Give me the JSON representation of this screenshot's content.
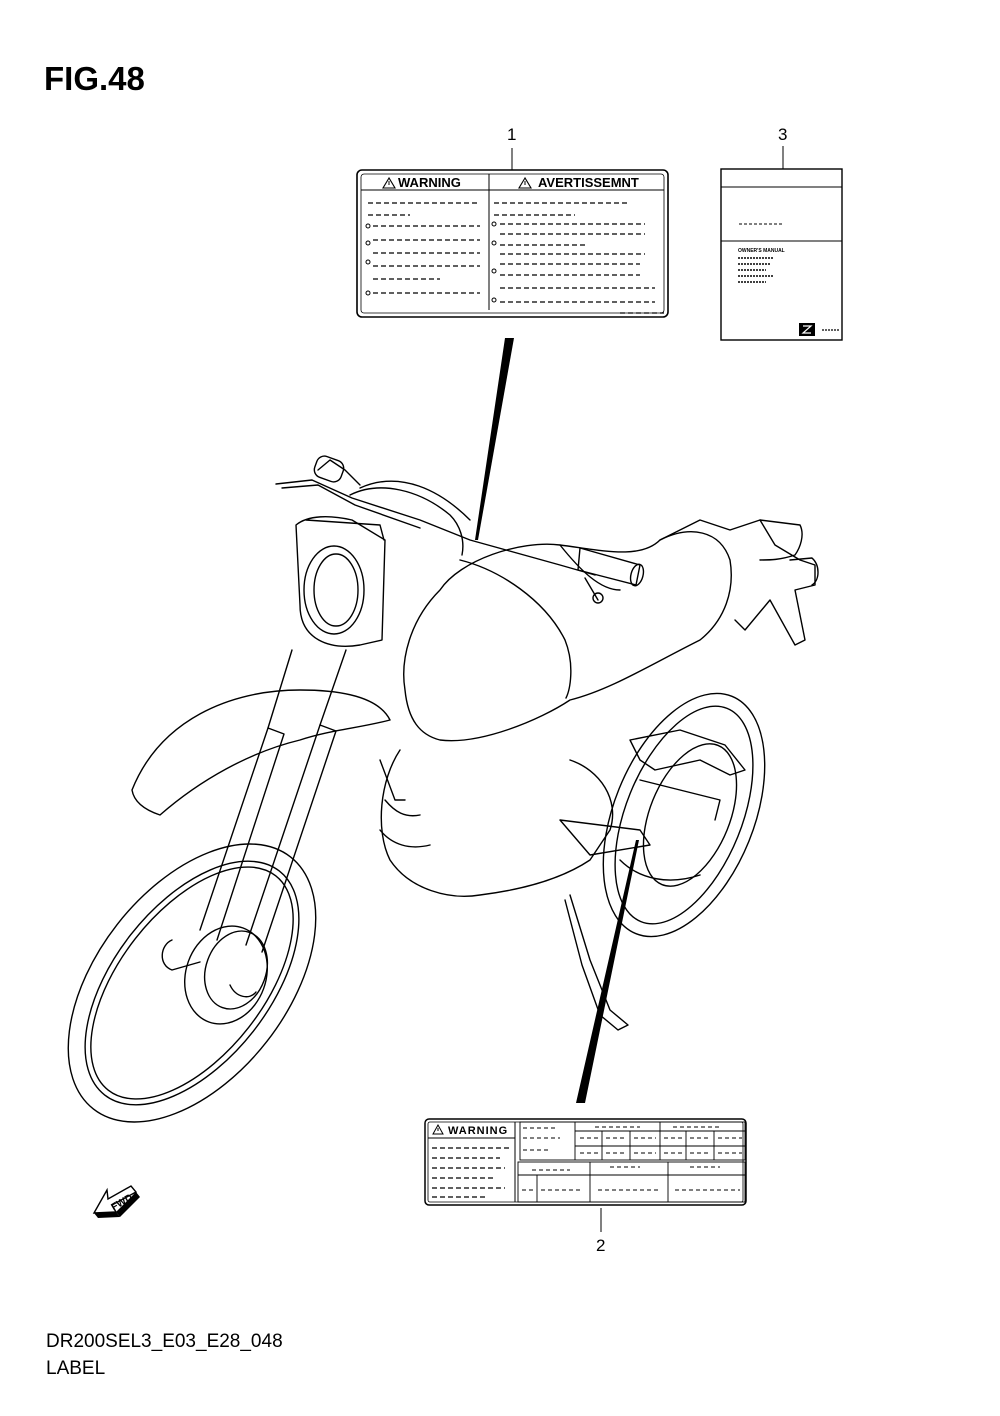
{
  "figure": {
    "title": "FIG.48",
    "code": "DR200SEL3_E03_E28_048",
    "name": "LABEL"
  },
  "callouts": [
    {
      "number": "1",
      "part": "warning-label-bilingual"
    },
    {
      "number": "2",
      "part": "warning-label-tire-info"
    },
    {
      "number": "3",
      "part": "owners-manual"
    }
  ],
  "label1": {
    "left_heading": "WARNING",
    "right_heading": "AVERTISSEMNT",
    "icon": "warning-triangle-icon"
  },
  "label2": {
    "heading": "WARNING",
    "icon": "warning-triangle-icon"
  },
  "manual": {
    "title": "OWNER'S MANUAL",
    "icon": "suzuki-logo-icon"
  },
  "direction_marker": {
    "text": "FWD",
    "icon": "forward-arrow-icon"
  }
}
